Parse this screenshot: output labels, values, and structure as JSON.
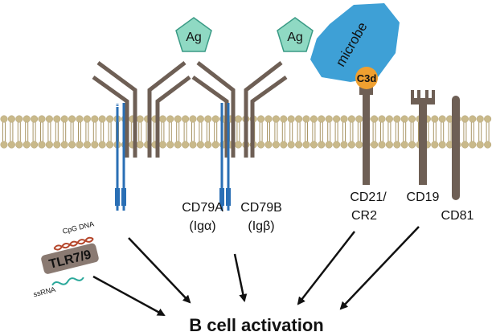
{
  "antigens": [
    "Ag",
    "Ag"
  ],
  "microbe_label": "microbe",
  "c3d_label": "C3d",
  "cd79a": {
    "name": "CD79A",
    "alias": "(Igα)"
  },
  "cd79b": {
    "name": "CD79B",
    "alias": "(Igβ)"
  },
  "cd21": {
    "line1": "CD21/",
    "line2": "CR2"
  },
  "cd19_label": "CD19",
  "cd81_label": "CD81",
  "tlr_label": "TLR7/9",
  "cpg_label": "CpG DNA",
  "ssrna_label": "ssRNA",
  "outcome_label": "B cell activation",
  "colors": {
    "membrane_head": "#c9b98a",
    "membrane_tail": "#a89566",
    "receptor_brown": "#6e5f55",
    "cd79_blue": "#2a6fb5",
    "antigen_fill": "#8fd9c3",
    "antigen_stroke": "#3a9a85",
    "microbe": "#3ea0d6",
    "c3d": "#f0a030",
    "tlr_box": "#8a7a72",
    "cpg_strand": "#b5472c",
    "ssrna_strand": "#2aa89a"
  }
}
